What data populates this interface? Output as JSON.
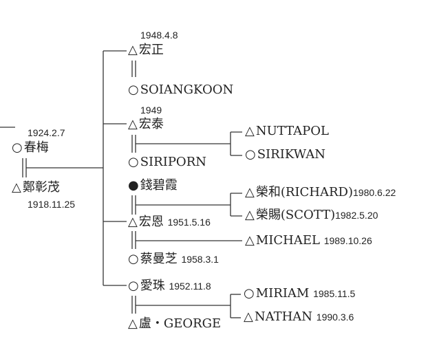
{
  "symbols": {
    "male": "△",
    "female": "○",
    "deceased_female": "●"
  },
  "couple": {
    "wife": {
      "name": "春梅",
      "date": "1924.2.7"
    },
    "husband": {
      "name": "鄭彰茂",
      "date": "1918.11.25"
    }
  },
  "families": [
    {
      "child": {
        "name": "宏正",
        "date": "1948.4.8"
      },
      "spouse": {
        "name": "SOIANGKOON"
      },
      "children": []
    },
    {
      "child": {
        "name": "宏泰",
        "date": "1949"
      },
      "spouse": {
        "name": "SIRIPORN"
      },
      "children": [
        {
          "name": "NUTTAPOL"
        },
        {
          "name": "SIRIKWAN"
        }
      ]
    },
    {
      "spouse": {
        "name": "錢碧霞"
      },
      "child": {
        "name": "宏恩",
        "date": "1951.5.16"
      },
      "children": [
        {
          "name": "榮和(RICHARD)",
          "date": "1980.6.22"
        },
        {
          "name": "榮賜(SCOTT)",
          "date": "1982.5.20"
        }
      ]
    },
    {
      "child": {
        "name": "宏恩",
        "date": "1951.5.16"
      },
      "spouse": {
        "name": "蔡曼芝",
        "date": "1958.3.1"
      },
      "children": [
        {
          "name": "MICHAEL",
          "date": "1989.10.26"
        }
      ]
    },
    {
      "child": {
        "name": "愛珠",
        "date": "1952.11.8"
      },
      "spouse": {
        "name": "盧・GEORGE"
      },
      "children": [
        {
          "name": "MIRIAM",
          "date": "1985.11.5"
        },
        {
          "name": "NATHAN",
          "date": "1990.3.6"
        }
      ]
    }
  ]
}
